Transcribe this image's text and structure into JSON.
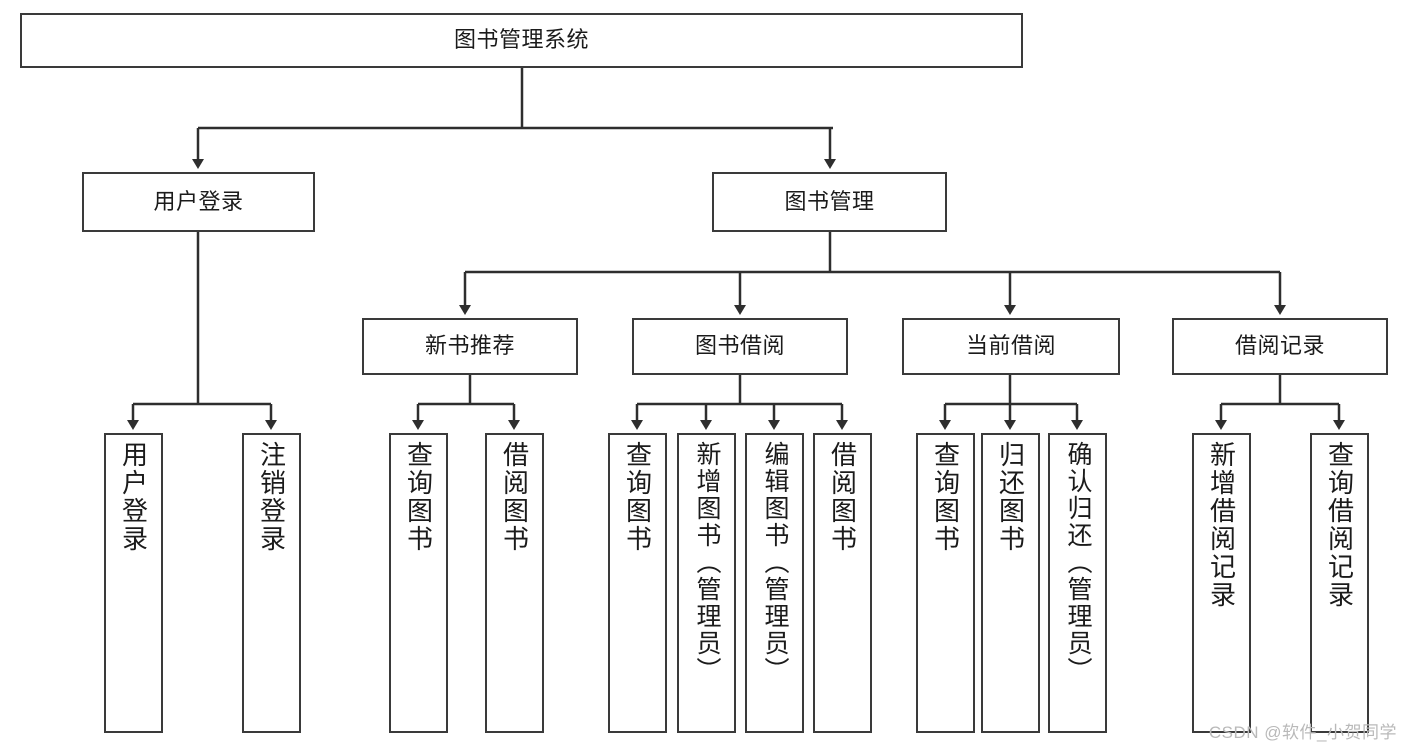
{
  "diagram": {
    "title": "图书管理系统",
    "type": "hierarchy-tree",
    "watermark": "CSDN @软件_小贺同学",
    "colors": {
      "node_border": "#3a3a3a",
      "node_fill": "#ffffff",
      "edge": "#2e2e2e",
      "text": "#1b1b1b",
      "watermark": "#b9b9b9",
      "background": "#ffffff"
    }
  },
  "nodes": {
    "root": {
      "label": "图书管理系统",
      "level": 1
    },
    "level2": [
      {
        "id": "user-login",
        "label": "用户登录"
      },
      {
        "id": "book-management",
        "label": "图书管理"
      }
    ],
    "level3": [
      {
        "id": "new-book-recommend",
        "label": "新书推荐"
      },
      {
        "id": "book-borrow",
        "label": "图书借阅"
      },
      {
        "id": "current-borrow",
        "label": "当前借阅"
      },
      {
        "id": "borrow-record",
        "label": "借阅记录"
      }
    ],
    "leaves": {
      "user-login": [
        {
          "id": "leaf-user-login",
          "label": "用户登录"
        },
        {
          "id": "leaf-logout-login",
          "label": "注销登录"
        }
      ],
      "new-book-recommend": [
        {
          "id": "leaf-query-book-1",
          "label": "查询图书"
        },
        {
          "id": "leaf-borrow-book-1",
          "label": "借阅图书"
        }
      ],
      "book-borrow": [
        {
          "id": "leaf-query-book-2",
          "label": "查询图书"
        },
        {
          "id": "leaf-add-book",
          "label": "新增图书（管理员）"
        },
        {
          "id": "leaf-edit-book",
          "label": "编辑图书（管理员）"
        },
        {
          "id": "leaf-borrow-book-2",
          "label": "借阅图书"
        }
      ],
      "current-borrow": [
        {
          "id": "leaf-query-book-3",
          "label": "查询图书"
        },
        {
          "id": "leaf-return-book",
          "label": "归还图书"
        },
        {
          "id": "leaf-confirm-return",
          "label": "确认归还（管理员）"
        }
      ],
      "borrow-record": [
        {
          "id": "leaf-add-record",
          "label": "新增借阅记录"
        },
        {
          "id": "leaf-query-record",
          "label": "查询借阅记录"
        }
      ]
    }
  }
}
